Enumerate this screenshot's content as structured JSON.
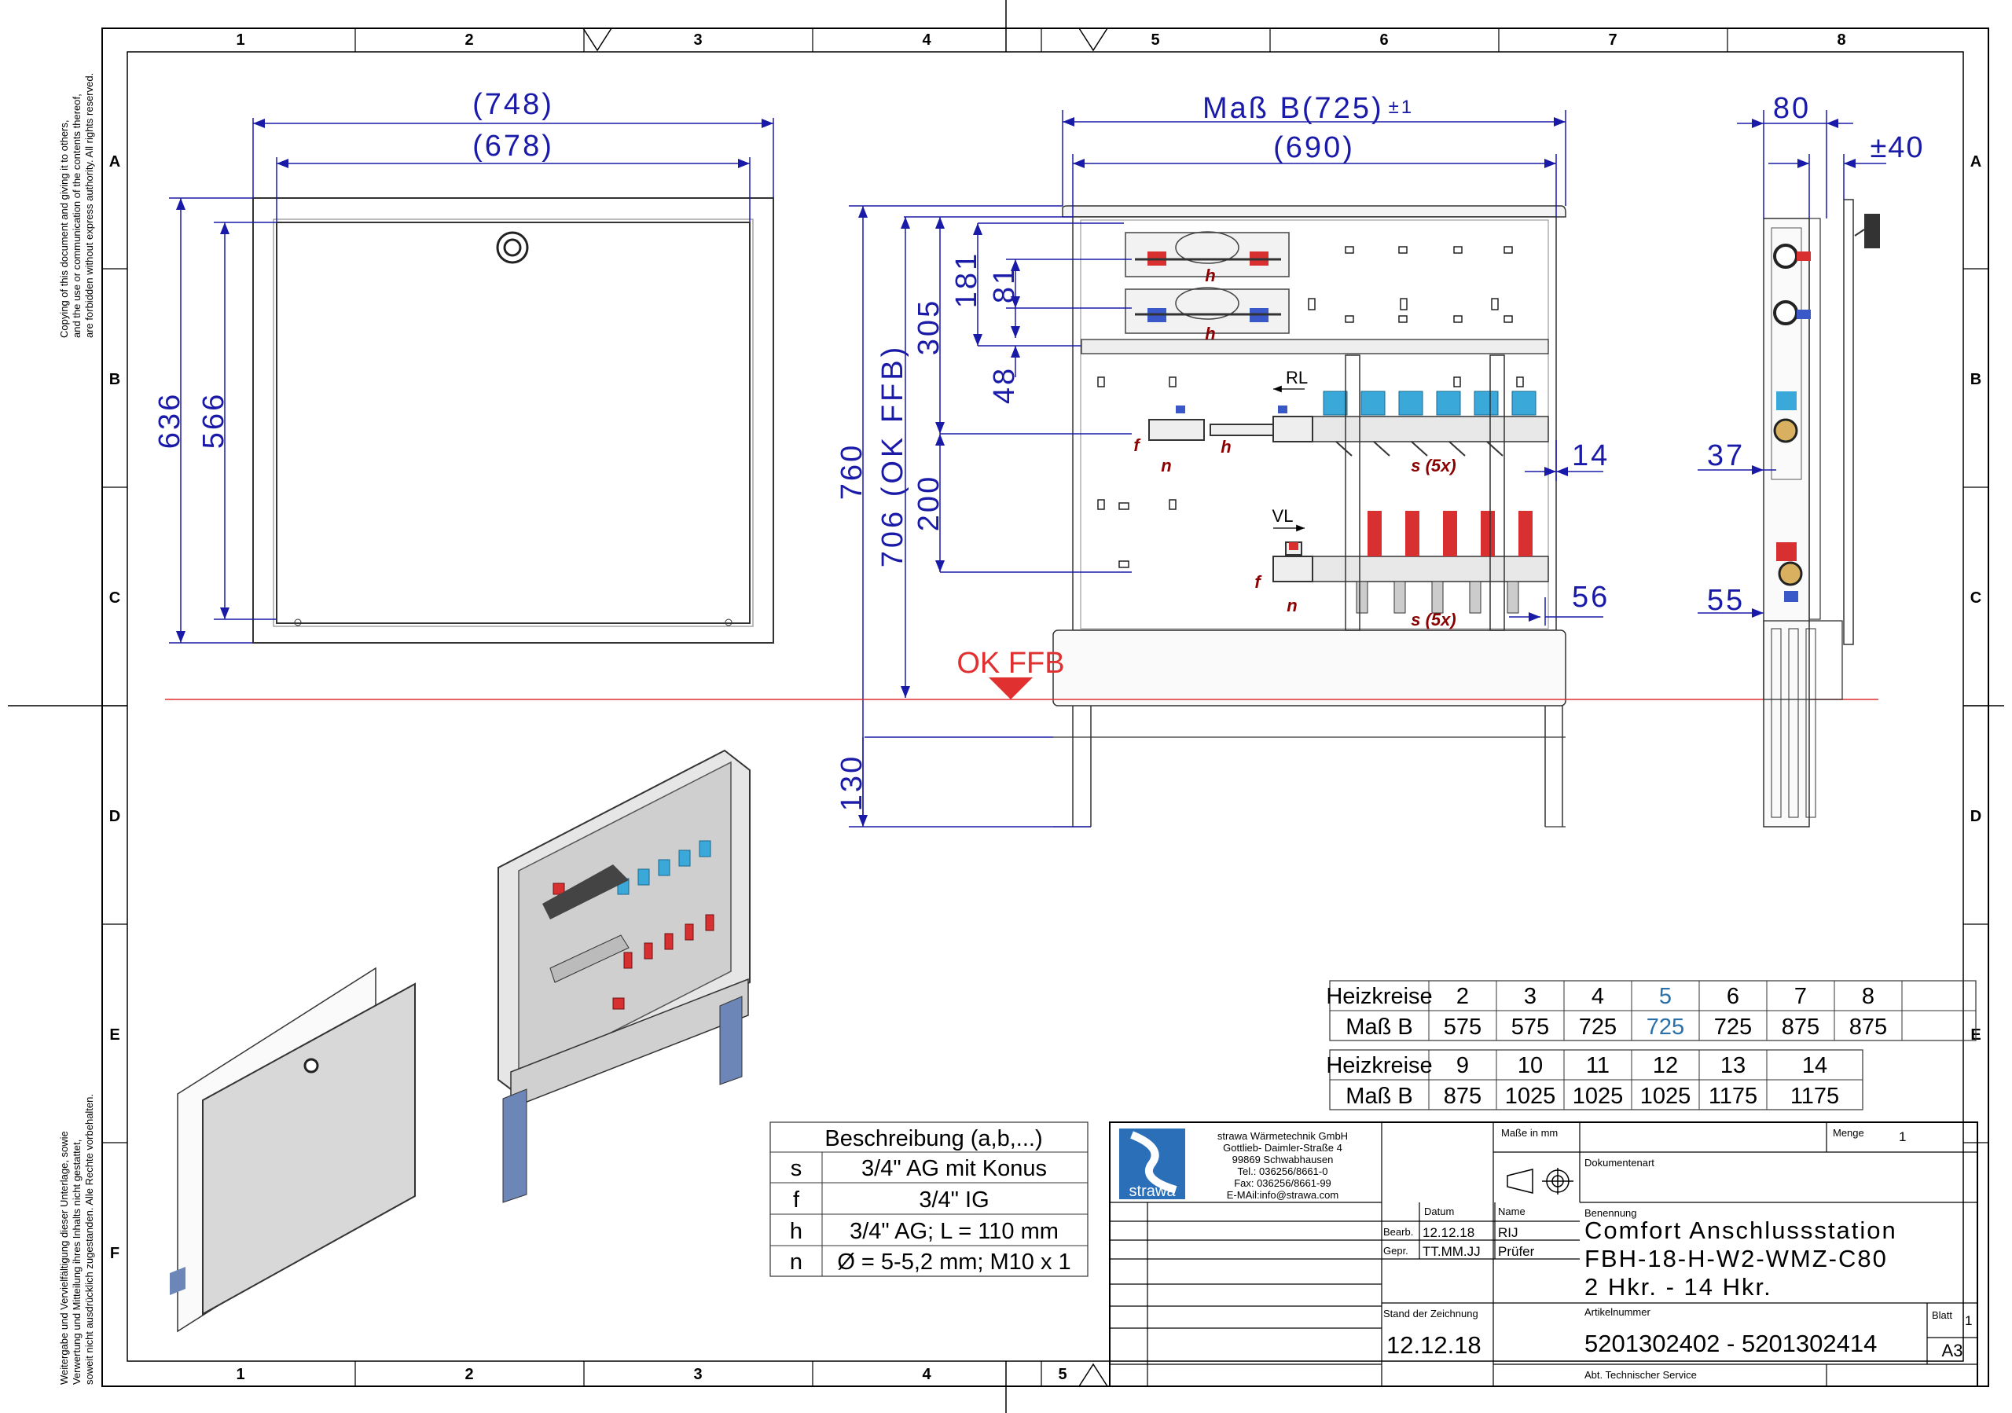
{
  "border": {
    "columns": [
      "1",
      "2",
      "3",
      "4",
      "5",
      "6",
      "7",
      "8"
    ],
    "rows": [
      "A",
      "B",
      "C",
      "D",
      "E",
      "F"
    ],
    "bottom_columns": [
      "1",
      "2",
      "3",
      "4",
      "5"
    ]
  },
  "side_notes": {
    "top_left": [
      "Copying of this document and giving it to others,",
      "and the use or communication of the contents thereof,",
      "are forbidden without express authority. All rights reserved."
    ],
    "bottom_left": [
      "Weitergabe und Vervielfältigung dieser Unterlage, sowie",
      "Verwertung und Mitteilung ihres Inhalts nicht gestattet,",
      "soweit nicht ausdrücklich zugestanden. Alle Rechte vorbehalten."
    ]
  },
  "front_view": {
    "dim_outer_width": "(748)",
    "dim_inner_width": "(678)",
    "dim_outer_height": "636",
    "dim_inner_height": "566"
  },
  "open_view": {
    "dim_width": "Maß B(725)",
    "dim_width_tol": "±1",
    "dim_inner_width": "(690)",
    "dim_760": "760",
    "dim_706": "706 (OK FFB)",
    "dim_305": "305",
    "dim_181": "181",
    "dim_81": "81",
    "dim_48": "48",
    "dim_200": "200",
    "dim_130": "130",
    "dim_14": "14",
    "dim_56": "56",
    "label_rl": "RL",
    "label_vl": "VL",
    "label_h": "h",
    "label_f": "f",
    "label_n": "n",
    "label_s5x": "s (5x)",
    "ok_ffb": "OK FFB"
  },
  "side_view": {
    "dim_80": "80",
    "dim_40": "±40",
    "dim_37": "37",
    "dim_55": "55"
  },
  "heizkreise_table": {
    "row_label_1": "Heizkreise",
    "row_label_2": "Maß B",
    "table1_circuits": [
      "2",
      "3",
      "4",
      "5",
      "6",
      "7",
      "8"
    ],
    "table1_widths": [
      "575",
      "575",
      "725",
      "725",
      "725",
      "875",
      "875"
    ],
    "table2_circuits": [
      "9",
      "10",
      "11",
      "12",
      "13",
      "14"
    ],
    "table2_widths": [
      "875",
      "1025",
      "1025",
      "1025",
      "1175",
      "1175"
    ],
    "highlight_color": "#2a6fa8"
  },
  "description_table": {
    "header": "Beschreibung (a,b,...)",
    "rows": [
      {
        "key": "s",
        "value": "3/4\" AG mit Konus"
      },
      {
        "key": "f",
        "value": "3/4\" IG"
      },
      {
        "key": "h",
        "value": "3/4\" AG; L = 110 mm"
      },
      {
        "key": "n",
        "value": "Ø = 5-5,2 mm; M10 x 1"
      }
    ]
  },
  "title_block": {
    "company_lines": [
      "strawa Wärmetechnik GmbH",
      "Gottlieb- Daimler-Straße 4",
      "99869 Schwabhausen",
      "Tel.: 036256/8661-0",
      "Fax: 036256/8661-99",
      "E-MAil:info@strawa.com"
    ],
    "logo_text": "strawa",
    "masse_label": "Maße in mm",
    "menge_label": "Menge",
    "menge_value": "1",
    "dokumentenart_label": "Dokumentenart",
    "datum_label": "Datum",
    "name_label": "Name",
    "benennung_label": "Benennung",
    "bearb_label": "Bearb.",
    "bearb_date": "12.12.18",
    "bearb_name": "RIJ",
    "gepr_label": "Gepr.",
    "gepr_date": "TT.MM.JJ",
    "gepr_name": "Prüfer",
    "title_line1": "Comfort Anschlussstation",
    "title_line2": "FBH-18-H-W2-WMZ-C80",
    "title_line3": "2 Hkr. - 14 Hkr.",
    "stand_label": "Stand der Zeichnung",
    "stand_value": "12.12.18",
    "artikel_label": "Artikelnummer",
    "artikel_value": "5201302402 - 5201302414",
    "blatt_label": "Blatt",
    "blatt_value": "1",
    "format_value": "A3",
    "abt_label": "Abt. Technischer Service"
  },
  "colors": {
    "dimension": "#1a1aa8",
    "ffb_line": "#e03030",
    "label": "#8b0000",
    "blue_valve": "#3aa8d8",
    "red_valve": "#d83030"
  }
}
